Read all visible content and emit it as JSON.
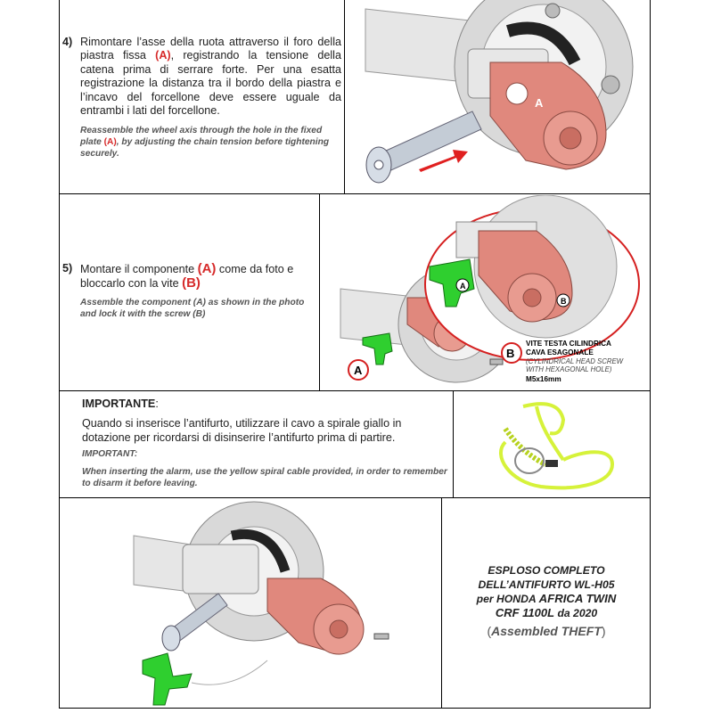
{
  "step4": {
    "number": "4)",
    "it_1": "Rimontare l’asse della ruota attraverso il foro della piastra fissa ",
    "it_a": "(A)",
    "it_2": ", registrando la tensione della catena prima di serrare forte. Per una esatta registrazione la distanza tra il bordo della piastra e l’incavo del forcellone deve essere uguale da entrambi i lati del forcellone.",
    "en_1": "Reassemble the wheel axis through the hole in the fixed plate ",
    "en_a": "(A)",
    "en_2": ", by adjusting the chain tension before tightening securely.",
    "img_label": "A"
  },
  "step5": {
    "number": "5)",
    "it_1": "Montare il componente ",
    "it_a": "(A)",
    "it_2": " come da foto e bloccarlo con la vite ",
    "it_b": "(B)",
    "en": "Assemble the component (A) as shown in the photo and lock it with the screw (B)",
    "circle_a": "A",
    "circle_b": "B",
    "small_a": "A",
    "small_b": "B",
    "screw_it_1": "VITE TESTA CILINDRICA",
    "screw_it_2": "CAVA ESAGONALE",
    "screw_en_1": "(CYLINDRICAL HEAD SCREW",
    "screw_en_2": "WITH HEXAGONAL HOLE)",
    "screw_size": "M5x16mm"
  },
  "important": {
    "title": "IMPORTANTE",
    "colon": ":",
    "it": "Quando si inserisce l’antifurto, utilizzare il cavo a spirale giallo in dotazione per ricordarsi di disinserire l’antifurto prima di partire.",
    "en_title": "IMPORTANT:",
    "en": "When inserting the alarm, use the yellow spiral cable provided, in order to remember to disarm it before leaving."
  },
  "exploded": {
    "line1": "ESPLOSO COMPLETO",
    "line2": "DELL’ANTIFURTO WL-H05",
    "line3a": "per HONDA ",
    "line3b": "AFRICA TWIN",
    "line4a": "CRF 1100L",
    "line4b": " da 2020",
    "sub_open": "(",
    "sub_text": "Assembled THEFT",
    "sub_close": ")"
  },
  "colors": {
    "red_text": "#d62a2a",
    "part_red": "#e0887d",
    "part_green": "#2fcf2f",
    "cable_yellow": "#d6f23a"
  }
}
